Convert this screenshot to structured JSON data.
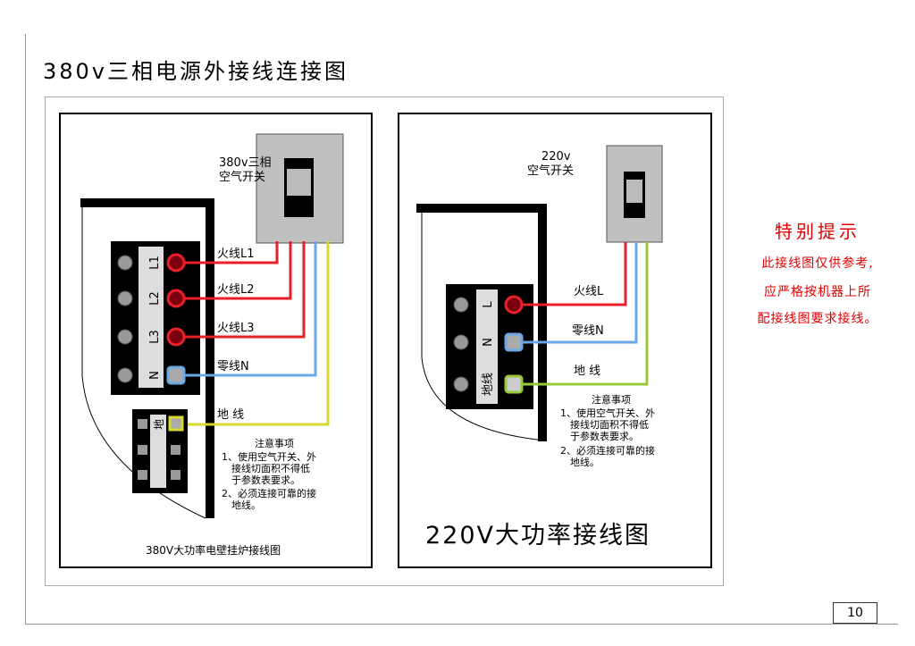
{
  "page": {
    "title": "380v三相电源外接线连接图",
    "page_number": "10"
  },
  "left_diagram": {
    "breaker_label_1": "380v三相",
    "breaker_label_2": "空气开关",
    "terminals": [
      "L1",
      "L2",
      "L3",
      "N"
    ],
    "ground_terminal": "地",
    "wires": [
      "火线L1",
      "火线L2",
      "火线L3",
      "零线N",
      "地 线"
    ],
    "notes_title": "注意事项",
    "notes": [
      "1、使用空气开关、外",
      "接线切面积不得低",
      "于参数表要求。",
      "2、必须连接可靠的接",
      "地线。"
    ],
    "caption": "380V大功率电壁挂炉接线图"
  },
  "right_diagram": {
    "breaker_label_1": "220v",
    "breaker_label_2": "空气开关",
    "terminals": [
      "L",
      "N",
      "地线"
    ],
    "wires": [
      "火线L",
      "零线N",
      "地 线"
    ],
    "notes_title": "注意事项",
    "notes": [
      "1、使用空气开关、外",
      "接线切面积不得低",
      "于参数表要求。",
      "2、必须连接可靠的接",
      "地线。"
    ],
    "caption": "220V大功率接线图"
  },
  "tip": {
    "title": "特别提示",
    "lines": [
      "此接线图仅供参考,",
      "应严格按机器上所",
      "配接线图要求接线。"
    ]
  },
  "colors": {
    "live": "#e8202a",
    "neutral": "#6aa8e8",
    "ground_yellow": "#d8d830",
    "ground_green": "#98c83a",
    "tip": "#e00000"
  }
}
